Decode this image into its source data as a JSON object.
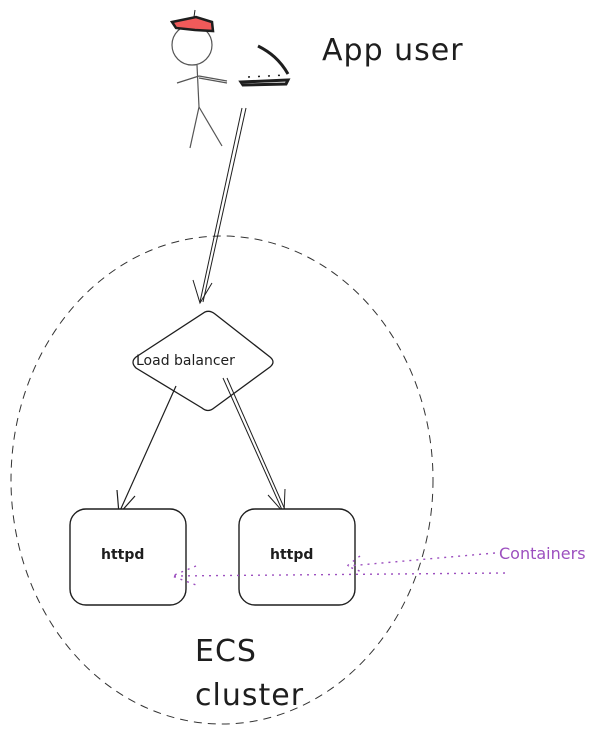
{
  "actor": {
    "label": "App user"
  },
  "cluster": {
    "label_line1": "ECS",
    "label_line2": "cluster"
  },
  "load_balancer": {
    "label": "Load balancer"
  },
  "containers": [
    {
      "label": "httpd"
    },
    {
      "label": "httpd"
    }
  ],
  "annotation": {
    "label": "Containers",
    "color": "#9c4fbf"
  },
  "colors": {
    "stroke": "#1e1e1e",
    "hat": "#f05a5a"
  }
}
